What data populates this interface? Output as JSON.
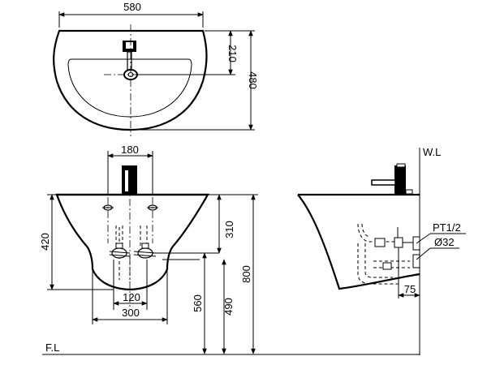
{
  "top_view": {
    "width": "580",
    "drain_offset": "210",
    "depth": "480"
  },
  "front_view": {
    "tap_spacing": "180",
    "basin_height": "420",
    "supply_height": "310",
    "overall_height": "800",
    "drain_height": "560",
    "trap_height": "490",
    "trap_spacing": "120",
    "pedestal_width": "300"
  },
  "side_view": {
    "wall_label": "W.L",
    "thread_label": "PT1/2",
    "pipe_label": "Ø32",
    "offset": "75"
  },
  "floor_label": "F.L"
}
